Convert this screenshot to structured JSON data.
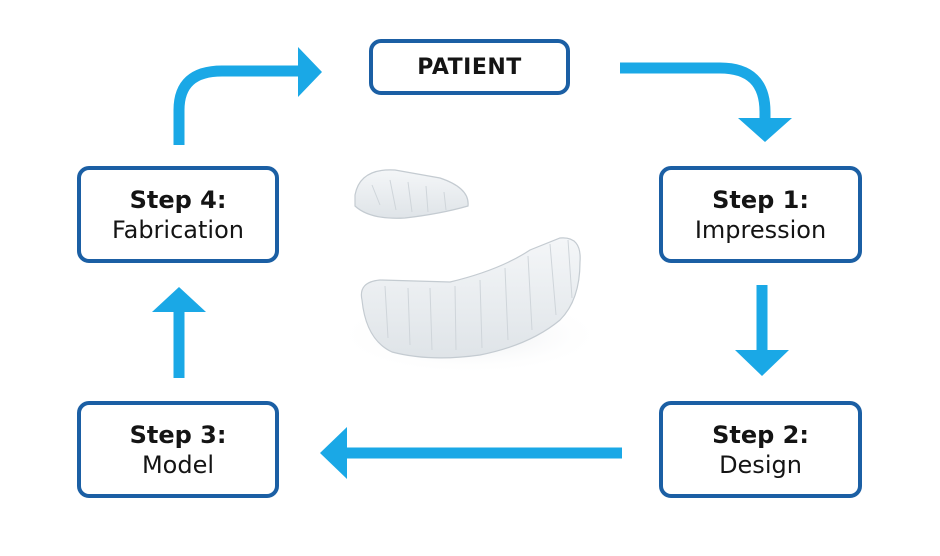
{
  "colors": {
    "arrow": "#1aa8e6",
    "box_border": "#1b5fa4",
    "text": "#141414"
  },
  "nodes": {
    "patient": {
      "label": "PATIENT"
    },
    "step1": {
      "number": "Step 1:",
      "name": "Impression"
    },
    "step2": {
      "number": "Step 2:",
      "name": "Design"
    },
    "step3": {
      "number": "Step 3:",
      "name": "Model"
    },
    "step4": {
      "number": "Step 4:",
      "name": "Fabrication"
    }
  },
  "edges": [
    {
      "from": "patient",
      "to": "step1"
    },
    {
      "from": "step1",
      "to": "step2"
    },
    {
      "from": "step2",
      "to": "step3"
    },
    {
      "from": "step3",
      "to": "step4"
    },
    {
      "from": "step4",
      "to": "patient"
    }
  ],
  "center_image": {
    "icon": "clear-aligner-trays-image"
  }
}
